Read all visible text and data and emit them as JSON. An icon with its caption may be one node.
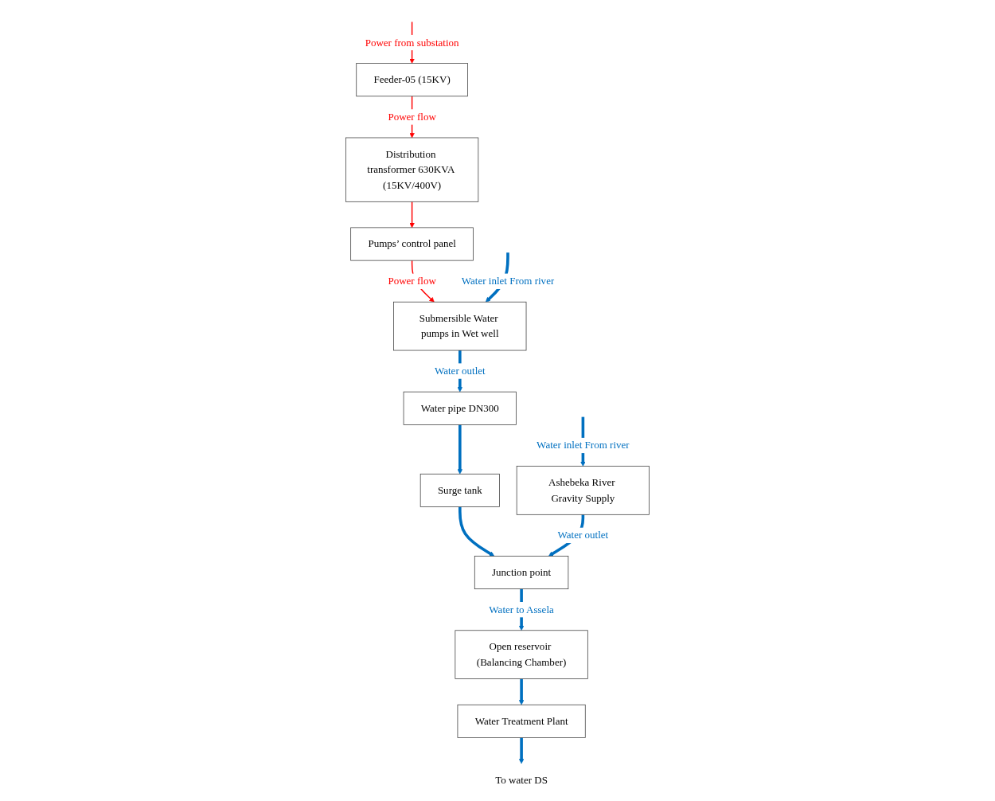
{
  "diagram": {
    "nodes": [
      {
        "text": [
          "Feeder-05 (15KV)"
        ]
      },
      {
        "text": [
          "Distribution transformer 630KVA (15KV/400V)"
        ]
      },
      {
        "text": [
          "Pumps’ control panel"
        ]
      },
      {
        "text": [
          "Submersible Water pumps in Wet well"
        ]
      },
      {
        "text": [
          "Water pipe DN300"
        ]
      },
      {
        "text": [
          "Surge tank"
        ]
      },
      {
        "text": [
          "Junction point"
        ]
      },
      {
        "text": [
          "Open reservoir (Balancing Chamber)"
        ]
      },
      {
        "text": [
          "Water Treatment Plant"
        ]
      },
      {
        "text": [
          "To water DS"
        ]
      },
      {
        "text": [
          "Ashebeka River Gravity Supply"
        ]
      }
    ],
    "edges": [
      {
        "from": null,
        "to": 0,
        "arrow": "to",
        "label": "Power from substation",
        "color": "#ff0000"
      },
      {
        "from": 0,
        "to": 1,
        "arrow": "to",
        "label": "Power flow",
        "color": "#ff0000"
      },
      {
        "from": 1,
        "to": 2,
        "arrow": "to",
        "color": "#ff0000"
      },
      {
        "from": 2,
        "to": 3,
        "arrow": "to",
        "label": "Power flow",
        "color": "#ff0000"
      },
      {
        "from": null,
        "to": 3,
        "arrow": "to",
        "label": "Water inlet From river"
      },
      {
        "from": 3,
        "to": 4,
        "arrow": "to",
        "label": "Water outlet"
      },
      {
        "from": 4,
        "to": 5,
        "arrow": "to"
      },
      {
        "from": 5,
        "to": 6,
        "arrow": "to"
      },
      {
        "from": 10,
        "to": 6,
        "arrow": "to",
        "label": "Water outlet"
      },
      {
        "from": null,
        "to": 10,
        "arrow": "to",
        "label": "Water inlet From river"
      },
      {
        "from": 6,
        "to": 7,
        "arrow": "to",
        "label": "Water to Assela"
      },
      {
        "from": 7,
        "to": 8,
        "arrow": "to"
      },
      {
        "from": 8,
        "to": 9,
        "arrow": "to"
      }
    ]
  }
}
